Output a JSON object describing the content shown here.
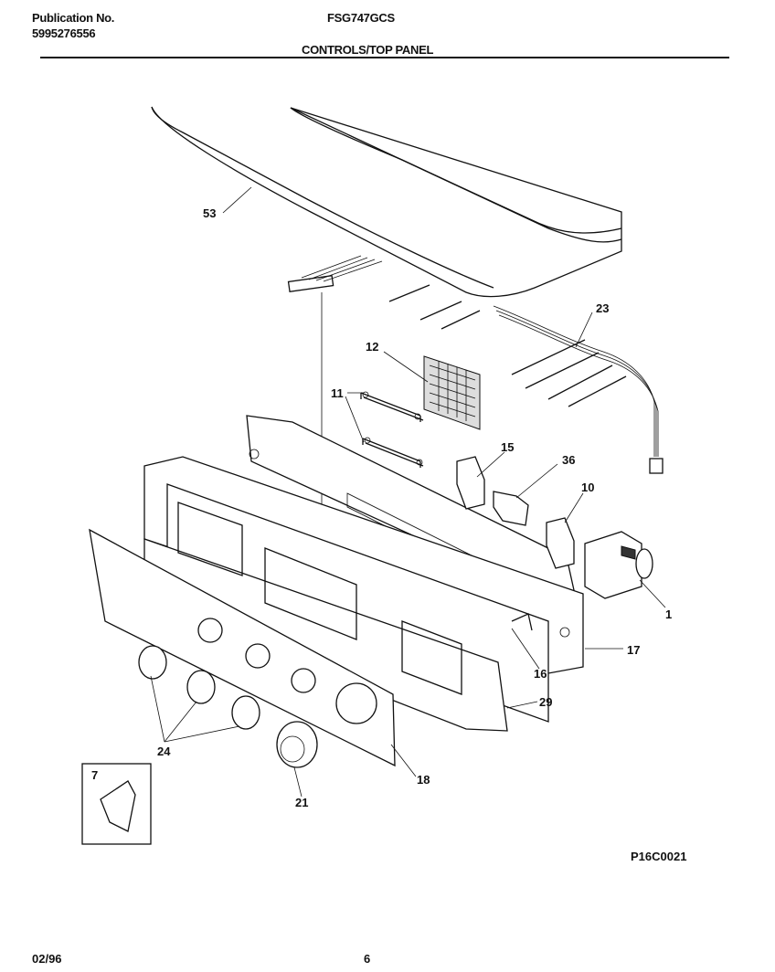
{
  "header": {
    "publication_label": "Publication No.",
    "publication_number": "5995276556",
    "model": "FSG747GCS",
    "section_title": "CONTROLS/TOP PANEL"
  },
  "diagram": {
    "callouts": {
      "c53": "53",
      "c23": "23",
      "c12": "12",
      "c11": "11",
      "c15": "15",
      "c36": "36",
      "c10": "10",
      "c1": "1",
      "c17": "17",
      "c16": "16",
      "c29": "29",
      "c24": "24",
      "c18": "18",
      "c21": "21",
      "c7": "7"
    },
    "figure_code": "P16C0021"
  },
  "footer": {
    "date": "02/96",
    "page": "6"
  }
}
